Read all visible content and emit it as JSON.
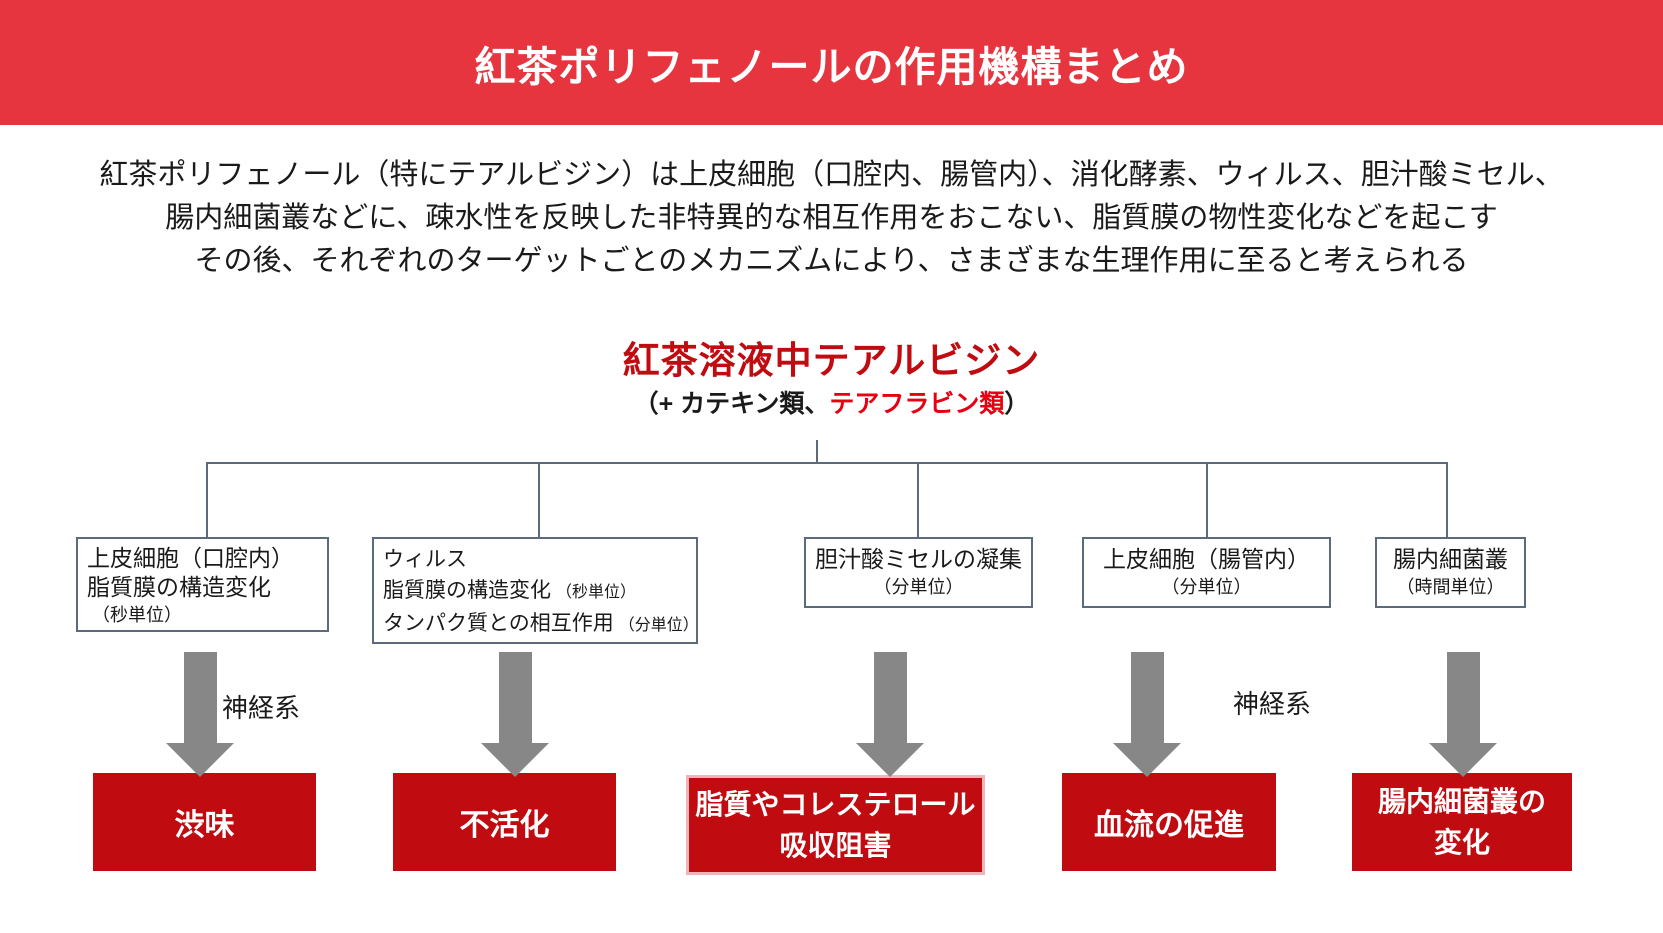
{
  "colors": {
    "header_bg": "#e73540",
    "dark_red": "#c00b10",
    "subtitle_highlight_red": "#e60012",
    "arrow_gray": "#878787",
    "connector_line": "#5b6b7c",
    "text": "#1a1a1a"
  },
  "header": {
    "title": "紅茶ポリフェノールの作用機構まとめ"
  },
  "intro": {
    "lines": [
      "紅茶ポリフェノール（特にテアルビジン）は上皮細胞（口腔内、腸管内）、消化酵素、ウィルス、胆汁酸ミセル、",
      "腸内細菌叢などに、疎水性を反映した非特異的な相互作用をおこない、脂質膜の物性変化などを起こす",
      "その後、それぞれのターゲットごとのメカニズムにより、さまざまな生理作用に至ると考えられる"
    ]
  },
  "central": {
    "title": "紅茶溶液中テアルビジン",
    "subtitle_prefix": "（+ カテキン類、",
    "subtitle_highlight": "テアフラビン類",
    "subtitle_suffix": "）"
  },
  "branches": [
    {
      "target": {
        "line1": "上皮細胞（口腔内）",
        "line2": "脂質膜の構造変化",
        "line3_small": "（秒単位）"
      },
      "arrow_label": "神経系",
      "result": "渋味"
    },
    {
      "target": {
        "line1": "ウィルス",
        "line2": "脂質膜の構造変化",
        "line2_small": "（秒単位）",
        "line3": "タンパク質との相互作用",
        "line3_small": "（分単位）"
      },
      "result": "不活化"
    },
    {
      "target": {
        "line1": "胆汁酸ミセルの凝集",
        "line2_small": "（分単位）"
      },
      "result": "脂質やコレステロール\n吸収阻害"
    },
    {
      "target": {
        "line1": "上皮細胞（腸管内）",
        "line2_small": "（分単位）"
      },
      "arrow_label": "神経系",
      "result": "血流の促進"
    },
    {
      "target": {
        "line1": "腸内細菌叢",
        "line2_small": "（時間単位）"
      },
      "result": "腸内細菌叢の\n変化"
    }
  ]
}
